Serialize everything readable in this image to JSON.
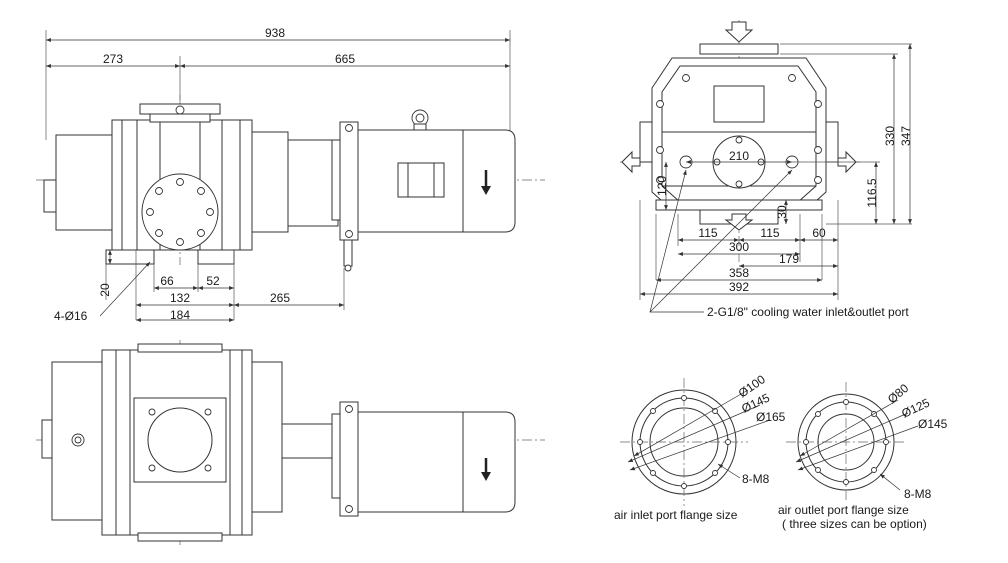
{
  "dimensions": {
    "side_view": {
      "overall": "938",
      "left": "273",
      "right": "665",
      "foot_height": "20",
      "foot_inner": "66",
      "foot_offset": "52",
      "foot_span": "132",
      "base_span": "184",
      "base_to_motor": "265",
      "holes": "4-Ø16"
    },
    "end_view": {
      "height_1": "330",
      "height_2": "347",
      "center_height": "116.5",
      "port_height": "120",
      "foot_height": "30",
      "port_spacing": "210",
      "half_left": "115",
      "half_right": "115",
      "offset": "60",
      "width_1": "300",
      "width_2": "179",
      "width_3": "358",
      "width_4": "392"
    }
  },
  "cooling_port_label": "2-G1/8\" cooling water inlet&outlet port",
  "inlet_flange": {
    "d1": "Ø100",
    "d2": "Ø145",
    "d3": "Ø165",
    "bolts": "8-M8",
    "caption": "air inlet port flange size"
  },
  "outlet_flange": {
    "d1": "Ø80",
    "d2": "Ø125",
    "d3": "Ø145",
    "bolts": "8-M8",
    "caption_1": "air outlet port flange size",
    "caption_2": "( three sizes can be option)"
  }
}
